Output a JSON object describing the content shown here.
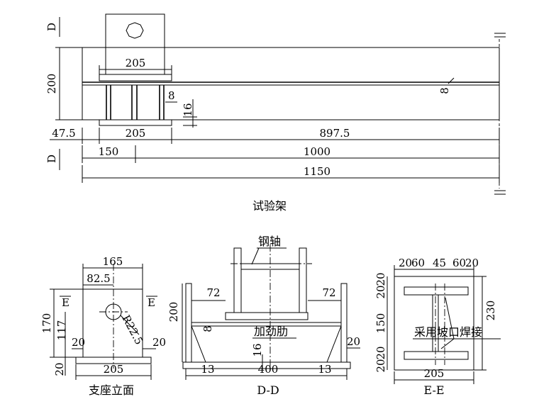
{
  "titles": {
    "test_frame": "试验架",
    "support_elevation": "支座立面",
    "section_dd": "D-D",
    "section_ee": "E-E"
  },
  "callouts": {
    "steel_shaft": "钢轴",
    "stiffener": "加劲肋",
    "groove_weld": "采用坡口焊接"
  },
  "section_marks": {
    "d_top": "D",
    "d_bottom": "D",
    "e_left": "E",
    "e_right": "E"
  },
  "dims_main": {
    "plate_width_top": "205",
    "height": "200",
    "web_thk": "8",
    "flange_thk": "16",
    "beam_web_thk": "8",
    "left_offset": "47.5",
    "base_width": "205",
    "span_right": "897.5",
    "offset_150": "150",
    "span_1000": "1000",
    "total_1150": "1150"
  },
  "dims_support": {
    "width_165": "165",
    "half_82_5": "82.5",
    "height_170": "170",
    "dim_117": "117",
    "dim_20_left": "20",
    "dim_20_right": "20",
    "dim_20_bottom": "20",
    "radius": "R22.5",
    "base_205": "205"
  },
  "dims_dd": {
    "height_200": "200",
    "dim_72_left": "72",
    "dim_72_right": "72",
    "dim_8": "8",
    "dim_20": "20",
    "dim_16": "16",
    "dim_13_left": "13",
    "width_400": "400",
    "dim_13_right": "13"
  },
  "dims_ee": {
    "top_20a": "20",
    "top_60a": "60",
    "top_45": "45",
    "top_60b": "60",
    "top_20b": "20",
    "left_20a": "20",
    "left_20b": "20",
    "left_150": "150",
    "left_20c": "20",
    "left_20d": "20",
    "right_230": "230",
    "bottom_205": "205"
  }
}
